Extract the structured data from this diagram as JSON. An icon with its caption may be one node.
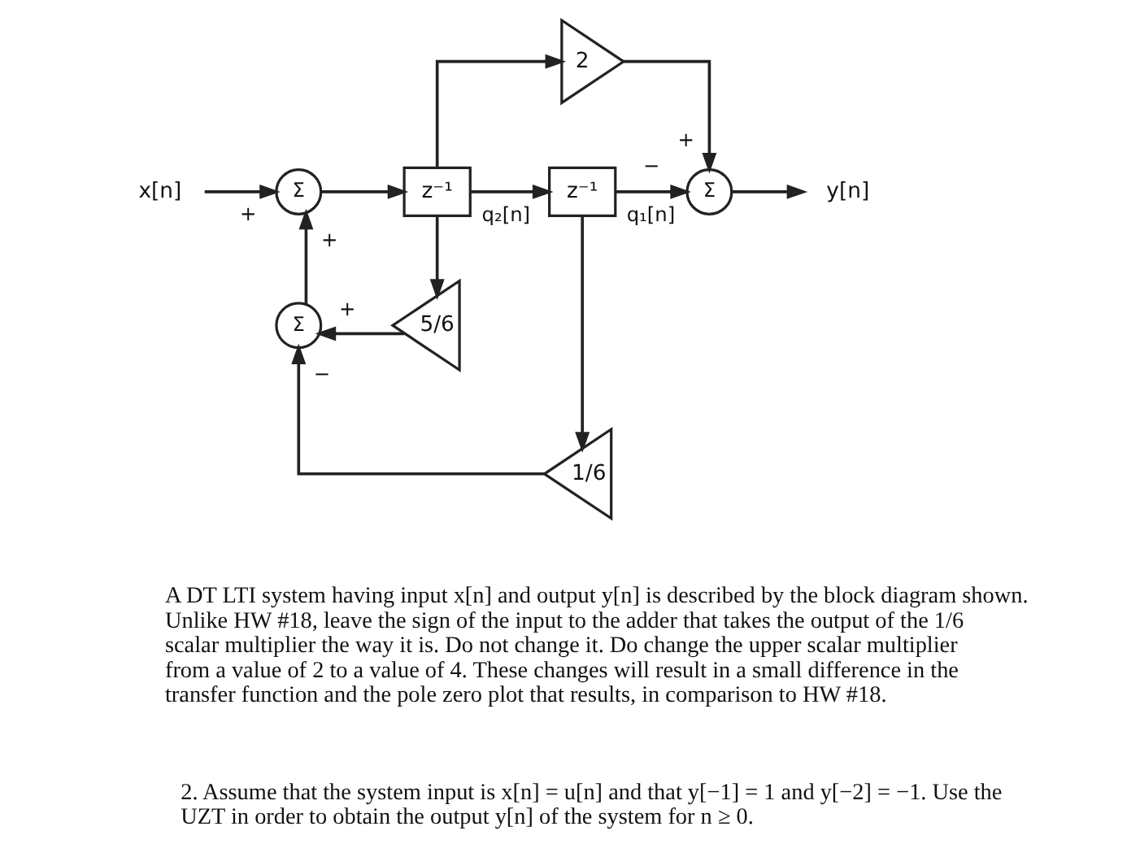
{
  "diagram": {
    "nodes": [
      {
        "text": [
          "2"
        ]
      },
      {
        "text": [
          "x[n]"
        ]
      },
      {
        "text": [
          "Σ"
        ],
        "beside": [
          "+",
          "+"
        ]
      },
      {
        "text": [
          "z⁻¹"
        ]
      },
      {
        "text": [
          "z⁻¹"
        ]
      },
      {
        "text": [
          "Σ"
        ],
        "beside": [
          "+",
          "−"
        ]
      },
      {
        "text": [
          "y[n]"
        ]
      },
      {
        "text": [
          "Σ"
        ],
        "beside": [
          "+",
          "−"
        ]
      },
      {
        "text": [
          "5/6"
        ]
      },
      {
        "text": [
          "1/6"
        ]
      }
    ],
    "edges": [
      {
        "from": 1,
        "to": 2,
        "arrow": "to"
      },
      {
        "from": 2,
        "to": 3,
        "arrow": "to"
      },
      {
        "from": 3,
        "to": 4,
        "arrow": "to",
        "label": "q₂[n]"
      },
      {
        "from": 3,
        "to": 0,
        "arrow": "to"
      },
      {
        "from": 3,
        "to": 8,
        "arrow": "to"
      },
      {
        "from": 0,
        "to": 5,
        "arrow": "to"
      },
      {
        "from": 4,
        "to": 5,
        "arrow": "to",
        "label": "q₁[n]"
      },
      {
        "from": 4,
        "to": 9,
        "arrow": "to"
      },
      {
        "from": 5,
        "to": 6,
        "arrow": "to"
      },
      {
        "from": 8,
        "to": 7,
        "arrow": "to"
      },
      {
        "from": 9,
        "to": 7,
        "arrow": "to"
      },
      {
        "from": 7,
        "to": 2,
        "arrow": "to"
      }
    ],
    "labels": [
      "A DT LTI system having input x[n] and output y[n] is described by the block diagram shown. Unlike HW #18, leave the sign of the input to the adder that takes the output of the 1/6 scalar multiplier the way it is. Do not change it. Do change the upper scalar multiplier from a value of 2 to a value of 4. These changes will result in a small difference in the transfer function and the pole zero plot that results, in comparison to HW #18.",
      "2. Assume that the system input is x[n] = u[n] and that y[−1] = 1 and y[−2] = −1. Use the UZT in order to obtain the output y[n] of the system for n ≥ 0."
    ]
  }
}
